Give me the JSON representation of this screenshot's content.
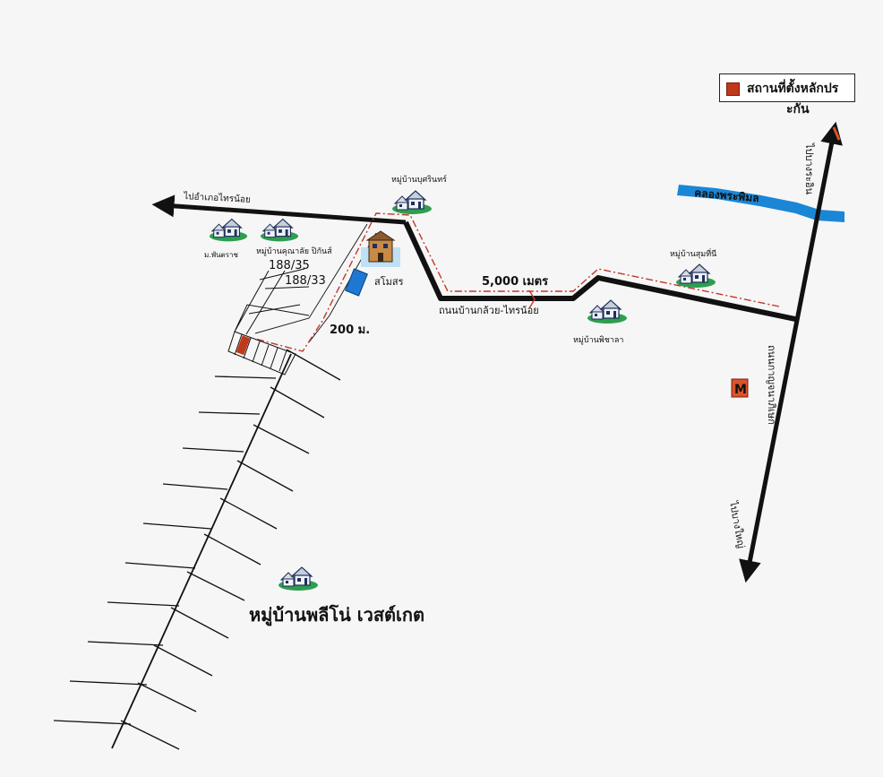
{
  "legend": {
    "line1": "สถานที่ตั้งหลักปร",
    "line2": "ะกัน",
    "swatch_color": "#c0391b"
  },
  "labels": {
    "to_district": "ไปอำเภอไทรน้อย",
    "to_bang_rak": "ไปบางระอิน",
    "to_bang_yai": "ไปบางใหญ่",
    "canal": "คลองพระพิมล",
    "distance_5000": "5,000 เมตร",
    "road_kluay": "ถนนบ้านกล้วย-ไทรน้อย",
    "road_kanchana": "ถนนกาญจนาภิเษก",
    "distance_200": "200 ม.",
    "parcel_a": "188/35",
    "parcel_b": "188/33",
    "pool": "สโมสร",
    "village_left_small": "ม.พันตราช",
    "village_kunnathai": "หมู่บ้านคุณาลัย ปิกันส์",
    "village_bussarin": "หมู่บ้านบุศรินทร์",
    "village_pitchaya": "หมู่บ้านพิชาลา",
    "village_sumtheenee": "หมู่บ้านสุมที่นี",
    "village_main": "หมู่บ้านพลีโน่ เวสต์เกต",
    "m_mark": "M"
  },
  "colors": {
    "road": "#111111",
    "route": "#c0392b",
    "canal": "#1a86d6",
    "house_ground": "#2e9e4f",
    "plot": "#c0391b",
    "pool": "#1e78d2"
  }
}
